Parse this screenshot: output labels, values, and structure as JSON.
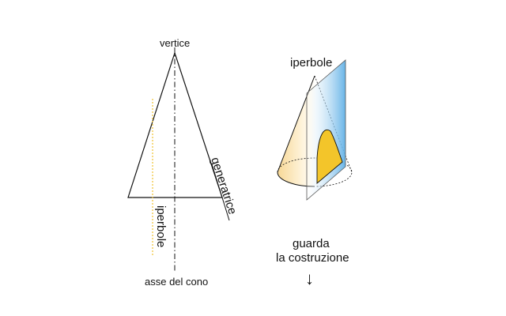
{
  "labels": {
    "vertex": "vertice",
    "axis": "asse del cono",
    "generatrix": "generatrice",
    "hyperbola_left": "iperbole",
    "hyperbola_right": "iperbole",
    "see_line1": "guarda",
    "see_line2": "la costruzione",
    "down_arrow": "↓"
  },
  "colors": {
    "line": "#111111",
    "hyperbola_guide": "#f0c230",
    "plane_blue": "#6fb8e6",
    "cone_cream": "#f6dca0",
    "section_yellow": "#f3c52a"
  }
}
